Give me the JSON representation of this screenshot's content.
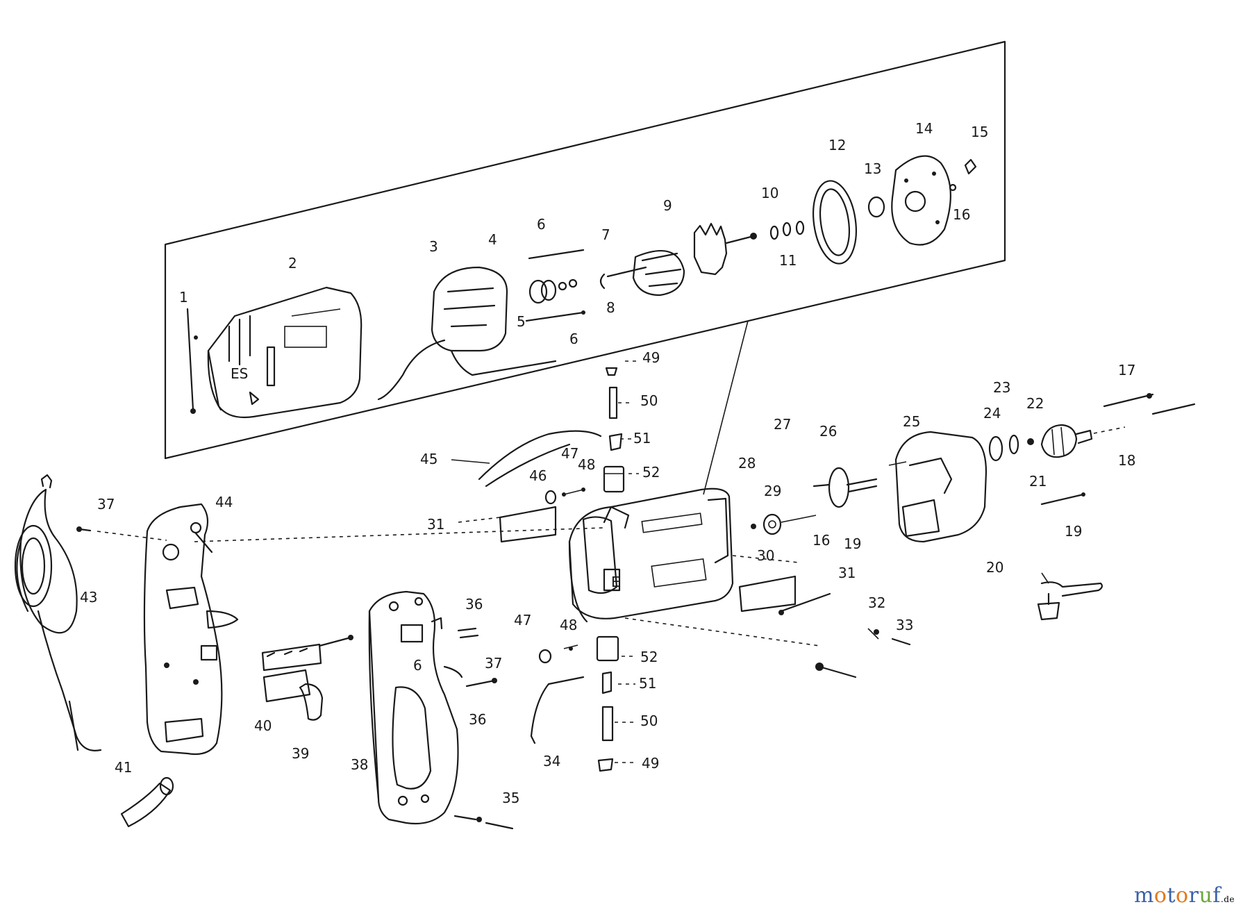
{
  "watermark": {
    "letters": [
      {
        "ch": "m",
        "color": "#3a62a8"
      },
      {
        "ch": "o",
        "color": "#e07a1f"
      },
      {
        "ch": "t",
        "color": "#3a62a8"
      },
      {
        "ch": "o",
        "color": "#e07a1f"
      },
      {
        "ch": "r",
        "color": "#3a62a8"
      },
      {
        "ch": "u",
        "color": "#6aa83a"
      },
      {
        "ch": "f",
        "color": "#3a62a8"
      }
    ],
    "suffix": ".de"
  },
  "callouts": [
    "1",
    "2",
    "3",
    "4",
    "5",
    "6",
    "6",
    "7",
    "8",
    "9",
    "10",
    "11",
    "12",
    "13",
    "14",
    "15",
    "16",
    "16",
    "17",
    "18",
    "19",
    "19",
    "20",
    "21",
    "22",
    "23",
    "24",
    "25",
    "26",
    "27",
    "28",
    "29",
    "30",
    "31",
    "31",
    "32",
    "33",
    "34",
    "35",
    "36",
    "36",
    "37",
    "37",
    "38",
    "39",
    "40",
    "41",
    "43",
    "44",
    "45",
    "46",
    "47",
    "47",
    "48",
    "48",
    "49",
    "49",
    "50",
    "50",
    "51",
    "51",
    "52",
    "52"
  ]
}
